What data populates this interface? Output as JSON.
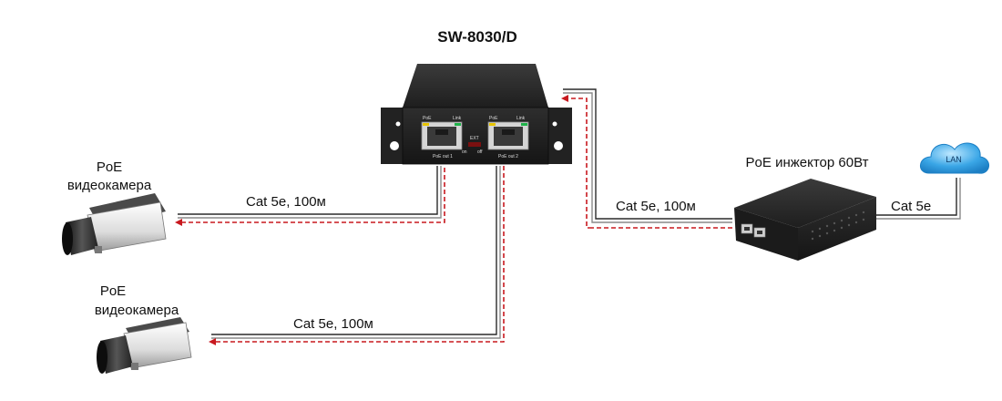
{
  "switch": {
    "title": "SW-8030/D",
    "port1_label": "PoE out 1",
    "port2_label": "PoE out 2",
    "poe_led_label": "PoE",
    "link_led_label": "Link",
    "switch_label": "EXT",
    "switch_on": "on",
    "switch_off": "off"
  },
  "camera_top": {
    "line1": "PoE",
    "line2": "видеокамера"
  },
  "camera_bottom": {
    "line1": "PoE",
    "line2": "видеокамера"
  },
  "cables": {
    "cam_top": "Cat 5e, 100м",
    "cam_bottom": "Cat 5e, 100м",
    "injector": "Cat 5e, 100м",
    "lan": "Cat 5e"
  },
  "injector": {
    "label": "PoE инжектор 60Вт"
  },
  "cloud": {
    "label": "LAN"
  },
  "colors": {
    "flow": "#c8191f",
    "cloud": "#2f9fe0",
    "device": "#2b2b2b"
  }
}
